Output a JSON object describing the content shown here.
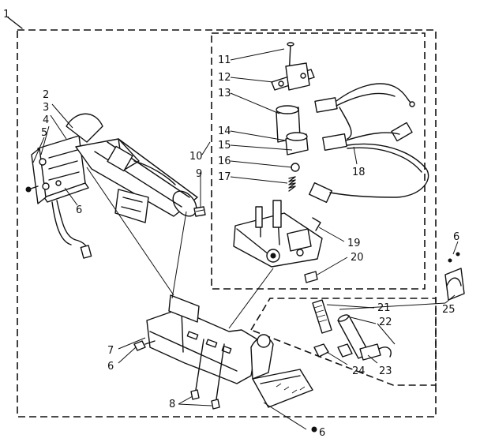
{
  "callouts": [
    {
      "id": "c1",
      "text": "1"
    },
    {
      "id": "c2",
      "text": "2"
    },
    {
      "id": "c3",
      "text": "3"
    },
    {
      "id": "c4",
      "text": "4"
    },
    {
      "id": "c5",
      "text": "5"
    },
    {
      "id": "c6a",
      "text": "6"
    },
    {
      "id": "c6b",
      "text": "6"
    },
    {
      "id": "c6c",
      "text": "6"
    },
    {
      "id": "c6d",
      "text": "6"
    },
    {
      "id": "c7",
      "text": "7"
    },
    {
      "id": "c8",
      "text": "8"
    },
    {
      "id": "c9",
      "text": "9"
    },
    {
      "id": "c10",
      "text": "10"
    },
    {
      "id": "c11",
      "text": "11"
    },
    {
      "id": "c12",
      "text": "12"
    },
    {
      "id": "c13",
      "text": "13"
    },
    {
      "id": "c14",
      "text": "14"
    },
    {
      "id": "c15",
      "text": "15"
    },
    {
      "id": "c16",
      "text": "16"
    },
    {
      "id": "c17",
      "text": "17"
    },
    {
      "id": "c18",
      "text": "18"
    },
    {
      "id": "c19",
      "text": "19"
    },
    {
      "id": "c20",
      "text": "20"
    },
    {
      "id": "c21",
      "text": "21"
    },
    {
      "id": "c22",
      "text": "22"
    },
    {
      "id": "c23",
      "text": "23"
    },
    {
      "id": "c24",
      "text": "24"
    },
    {
      "id": "c25",
      "text": "25"
    }
  ]
}
